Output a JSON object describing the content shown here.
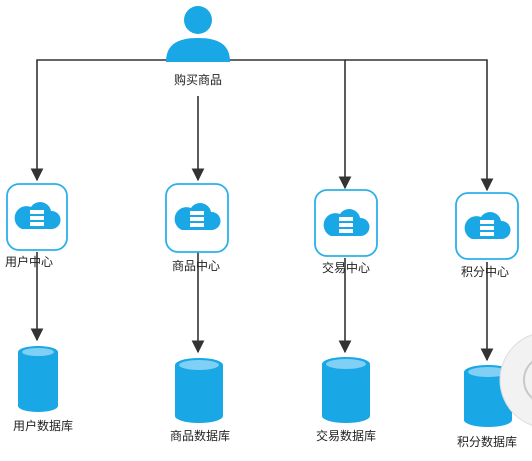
{
  "colors": {
    "primary": "#1aa7e6",
    "line": "#333333",
    "text": "#222222",
    "service_border": "#2bb0ea",
    "service_fill": "#ffffff"
  },
  "user": {
    "icon": "user-icon",
    "label": "购买商品"
  },
  "services": [
    {
      "icon": "cloud-server-icon",
      "label": "用户中心"
    },
    {
      "icon": "cloud-server-icon",
      "label": "商品中心"
    },
    {
      "icon": "cloud-server-icon",
      "label": "交易中心"
    },
    {
      "icon": "cloud-server-icon",
      "label": "积分中心"
    }
  ],
  "databases": [
    {
      "icon": "database-icon",
      "label": "用户数据库"
    },
    {
      "icon": "database-icon",
      "label": "商品数据库"
    },
    {
      "icon": "database-icon",
      "label": "交易数据库"
    },
    {
      "icon": "database-icon",
      "label": "积分数据库"
    }
  ]
}
